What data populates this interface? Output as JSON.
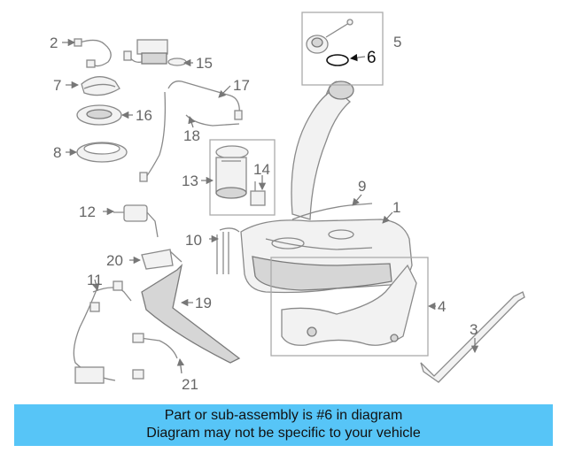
{
  "callouts": {
    "c1": "1",
    "c2": "2",
    "c3": "3",
    "c4": "4",
    "c5": "5",
    "c6": "6",
    "c7": "7",
    "c8": "8",
    "c9": "9",
    "c10": "10",
    "c11": "11",
    "c12": "12",
    "c13": "13",
    "c14": "14",
    "c15": "15",
    "c16": "16",
    "c17": "17",
    "c18": "18",
    "c19": "19",
    "c20": "20",
    "c21": "21"
  },
  "highlighted_part": "6",
  "colors": {
    "banner": "#57c5f7",
    "highlight": "#111111",
    "callout": "#666666"
  },
  "banner": {
    "line1": "Part or sub-assembly is #6 in diagram",
    "line2": "Diagram may not be specific to your vehicle"
  }
}
